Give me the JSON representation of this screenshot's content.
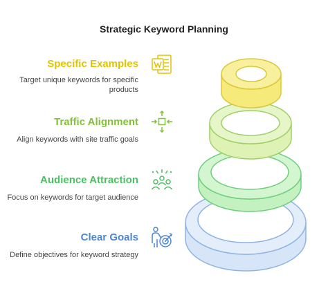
{
  "title": "Strategic Keyword Planning",
  "colors": {
    "yellow": "#f2e56b",
    "yellow_text": "#e0c400",
    "green_light": "#d8f0a8",
    "green_light_stroke": "#9fd067",
    "green_light_text": "#82c239",
    "green": "#b9efb4",
    "green_stroke": "#6fcf7f",
    "green_text": "#4cbf63",
    "blue": "#cfe0f7",
    "blue_stroke": "#8fb3e3",
    "blue_text": "#4a86d6"
  },
  "items": [
    {
      "title": "Specific Examples",
      "desc1": "Target unique keywords for specific",
      "desc2": "products",
      "icon": "word-document-icon"
    },
    {
      "title": "Traffic Alignment",
      "desc1": "Align keywords with site traffic goals",
      "desc2": "",
      "icon": "align-arrows-icon"
    },
    {
      "title": "Audience Attraction",
      "desc1": "Focus on keywords for target audience",
      "desc2": "",
      "icon": "audience-icon"
    },
    {
      "title": "Clear Goals",
      "desc1": "Define objectives for keyword strategy",
      "desc2": "",
      "icon": "target-goal-icon"
    }
  ]
}
